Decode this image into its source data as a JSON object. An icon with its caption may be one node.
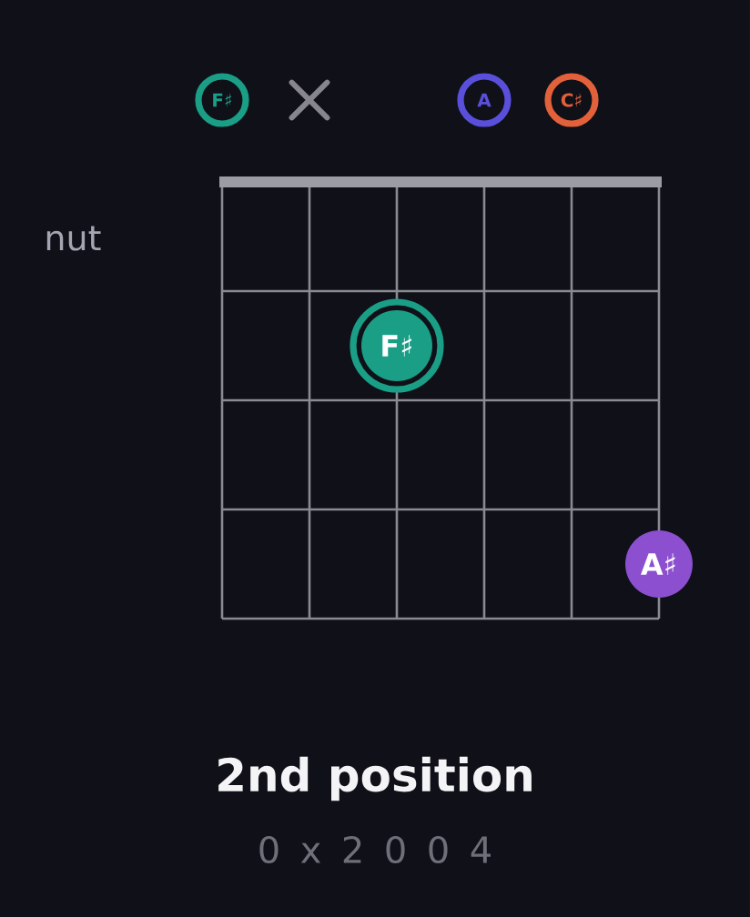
{
  "diagram": {
    "title": "2nd position",
    "nodes": [
      {
        "text": [
          "F♯"
        ]
      },
      {
        "text": [],
        "shape": "cross"
      },
      {
        "text": [
          "A"
        ]
      },
      {
        "text": [
          "C♯"
        ]
      },
      {
        "text": [
          "F♯"
        ]
      },
      {
        "text": [
          "A♯"
        ]
      }
    ],
    "labels": [
      "nut",
      "0 x 2 0 0 4"
    ]
  }
}
